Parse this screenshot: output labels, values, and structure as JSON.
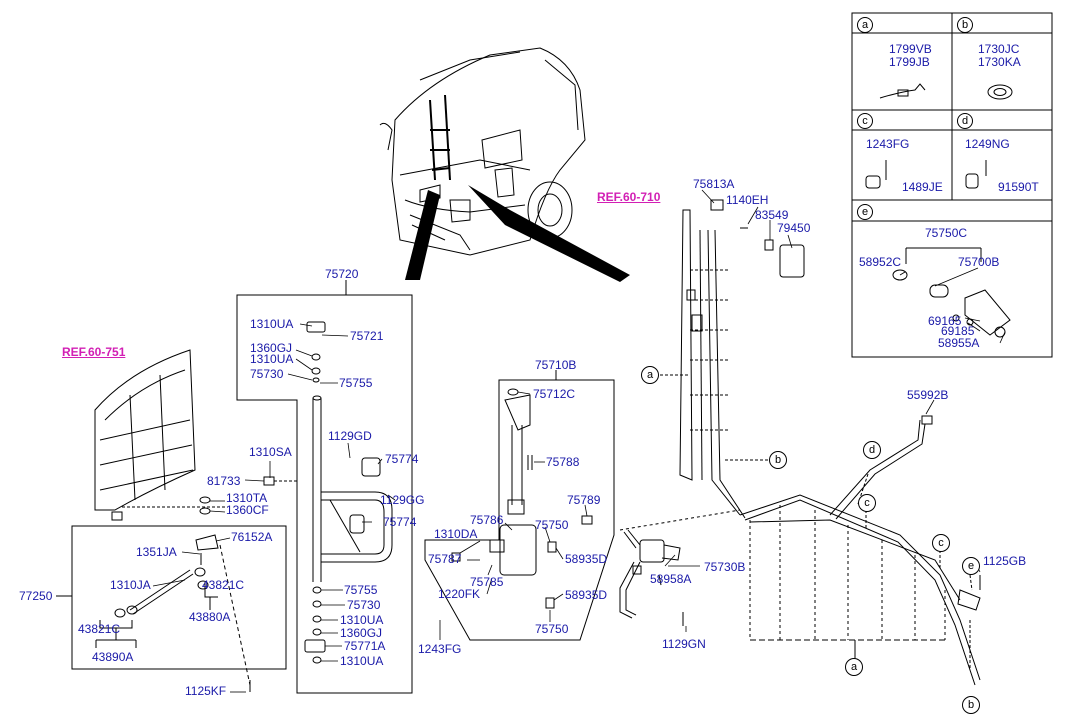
{
  "references": {
    "ref_710": "REF.60-710",
    "ref_751": "REF.60-751"
  },
  "legend": {
    "a": {
      "letter": "a",
      "parts": [
        "1799VB",
        "1799JB"
      ]
    },
    "b": {
      "letter": "b",
      "parts": [
        "1730JC",
        "1730KA"
      ]
    },
    "c": {
      "letter": "c",
      "parts": [
        "1243FG",
        "1489JE"
      ]
    },
    "d": {
      "letter": "d",
      "parts": [
        "1249NG",
        "91590T"
      ]
    },
    "e": {
      "letter": "e",
      "parts": [
        "75750C",
        "58952C",
        "75700B",
        "69165",
        "69185",
        "58955A"
      ]
    }
  },
  "callouts": [
    "a",
    "b",
    "d",
    "c",
    "c",
    "e",
    "a",
    "b"
  ],
  "parts": {
    "p75813A": "75813A",
    "p1140EH": "1140EH",
    "p83549": "83549",
    "p79450": "79450",
    "p75720": "75720",
    "p1310UA_1": "1310UA",
    "p75721": "75721",
    "p1360GJ_1": "1360GJ",
    "p1310UA_2": "1310UA",
    "p75730_1": "75730",
    "p75755_1": "75755",
    "p1129GD": "1129GD",
    "p1310SA": "1310SA",
    "p75774_1": "75774",
    "p81733": "81733",
    "p1129GG": "1129GG",
    "p75774_2": "75774",
    "p75755_2": "75755",
    "p75730_2": "75730",
    "p1310UA_3": "1310UA",
    "p1360GJ_2": "1360GJ",
    "p75771A": "75771A",
    "p1310UA_4": "1310UA",
    "p75710B": "75710B",
    "p75712C": "75712C",
    "p75788": "75788",
    "p75789": "75789",
    "p75786": "75786",
    "p1310DA": "1310DA",
    "p75750_1": "75750",
    "p58935D_1": "58935D",
    "p75787": "75787",
    "p75785": "75785",
    "p1220FK": "1220FK",
    "p58935D_2": "58935D",
    "p75750_2": "75750",
    "p1243FG": "1243FG",
    "p58958A": "58958A",
    "p75730B": "75730B",
    "p1129GN": "1129GN",
    "p55992B": "55992B",
    "p1125GB": "1125GB",
    "p1310TA": "1310TA",
    "p1360CF": "1360CF",
    "p76152A": "76152A",
    "p1351JA": "1351JA",
    "p1310JA": "1310JA",
    "p43821C_1": "43821C",
    "p77250": "77250",
    "p43880A": "43880A",
    "p43821C_2": "43821C",
    "p43890A": "43890A",
    "p1125KF": "1125KF"
  }
}
